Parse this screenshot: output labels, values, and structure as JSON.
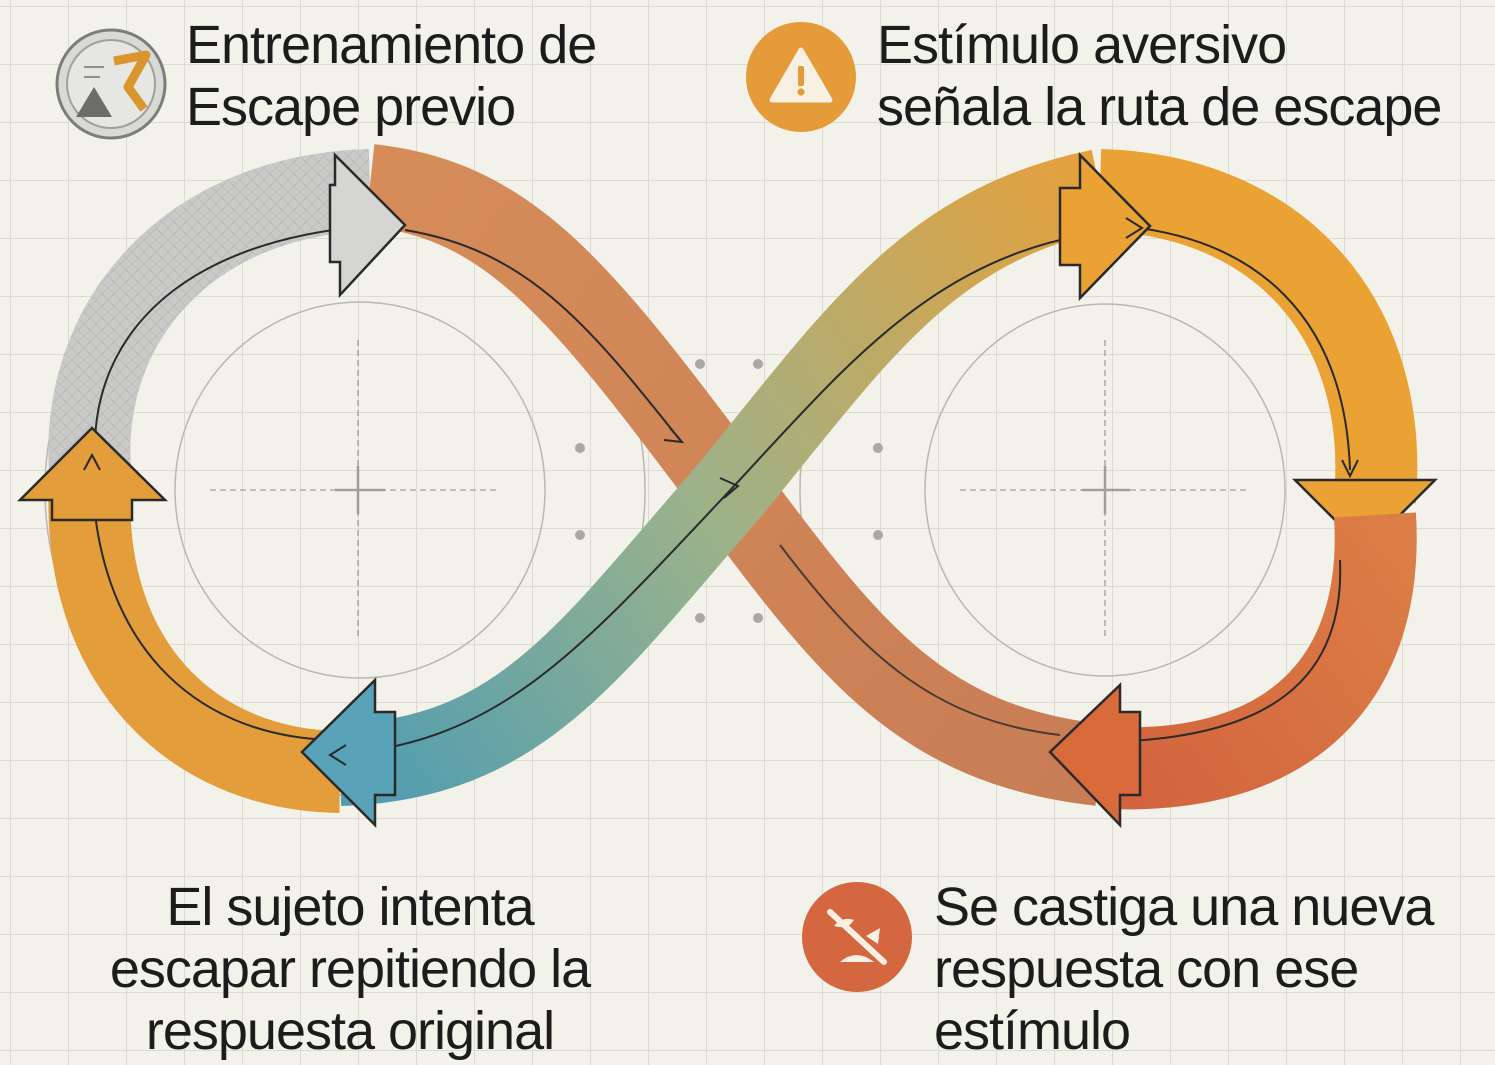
{
  "diagram": {
    "steps": [
      {
        "id": "prior-escape-training",
        "lines": [
          "Entrenamiento de",
          "Escape previo"
        ],
        "icon": "training-chart-icon",
        "color": "#bdbdbd"
      },
      {
        "id": "aversive-stimulus",
        "lines": [
          "Estímulo aversivo",
          "señala la ruta de escape"
        ],
        "icon": "warning-icon",
        "color": "#e3992f"
      },
      {
        "id": "new-response-punished",
        "lines": [
          "Se castiga una nueva",
          "respuesta con ese",
          "estímulo"
        ],
        "icon": "punished-response-icon",
        "color": "#d6673a"
      },
      {
        "id": "repeat-original-response",
        "lines": [
          "El sujeto intenta",
          "escapar repitiendo la",
          "respuesta original"
        ],
        "icon": "",
        "color": "#5a9eb0"
      }
    ]
  }
}
